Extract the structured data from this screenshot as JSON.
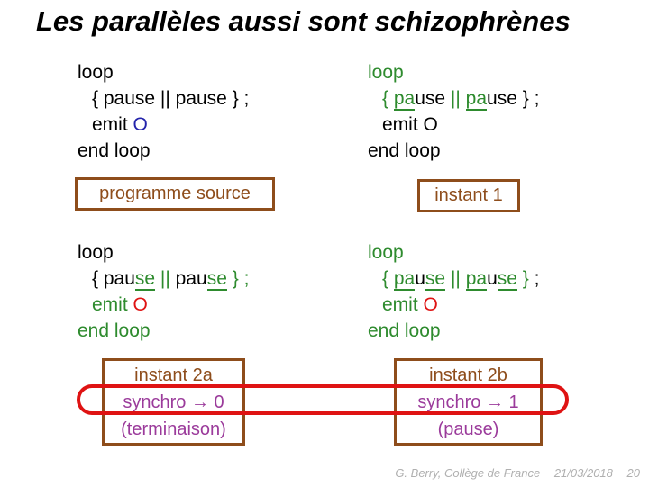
{
  "title": "Les parallèles aussi sont schizophrènes",
  "colors": {
    "black": "#000000",
    "green": "#2E8B2E",
    "blue": "#2323AB",
    "red": "#DF1313",
    "brown": "#8E4D1B",
    "purple": "#9B3B9B",
    "gray": "#B0B0B0"
  },
  "labels": {
    "source": "programme source",
    "instant1": "instant 1",
    "instant2a": {
      "title": "instant 2a",
      "synchro": "synchro → 0",
      "result": "(terminaison)"
    },
    "instant2b": {
      "title": "instant 2b",
      "synchro": "synchro → 1",
      "result": "(pause)"
    }
  },
  "code_blocks": {
    "source": {
      "lines": [
        {
          "indent": false,
          "segments": [
            {
              "t": "loop"
            }
          ]
        },
        {
          "indent": true,
          "segments": [
            {
              "t": "{ pause || pause } ;"
            }
          ]
        },
        {
          "indent": true,
          "segments": [
            {
              "t": "emit "
            },
            {
              "t": "O",
              "c": "blue"
            }
          ]
        },
        {
          "indent": false,
          "segments": [
            {
              "t": "end loop"
            }
          ]
        }
      ]
    },
    "instant1": {
      "lines": [
        {
          "indent": false,
          "segments": [
            {
              "t": "loop",
              "c": "green"
            }
          ]
        },
        {
          "indent": true,
          "segments": [
            {
              "t": "{ ",
              "c": "green"
            },
            {
              "t": "pa",
              "c": "green",
              "u": true
            },
            {
              "t": "use "
            },
            {
              "t": "|| ",
              "c": "green"
            },
            {
              "t": "pa",
              "c": "green",
              "u": true
            },
            {
              "t": "use } ;"
            }
          ]
        },
        {
          "indent": true,
          "segments": [
            {
              "t": "emit O"
            }
          ]
        },
        {
          "indent": false,
          "segments": [
            {
              "t": "end loop"
            }
          ]
        }
      ]
    },
    "instant2a": {
      "lines": [
        {
          "indent": false,
          "segments": [
            {
              "t": "loop"
            }
          ]
        },
        {
          "indent": true,
          "segments": [
            {
              "t": "{ pau"
            },
            {
              "t": "se",
              "c": "green",
              "u": true
            },
            {
              "t": " "
            },
            {
              "t": "||",
              "c": "green"
            },
            {
              "t": " pau"
            },
            {
              "t": "se",
              "c": "green",
              "u": true
            },
            {
              "t": " "
            },
            {
              "t": "} ;",
              "c": "green"
            }
          ]
        },
        {
          "indent": true,
          "segments": [
            {
              "t": "emit ",
              "c": "green"
            },
            {
              "t": "O",
              "c": "red"
            }
          ]
        },
        {
          "indent": false,
          "segments": [
            {
              "t": "end loop",
              "c": "green"
            }
          ]
        }
      ]
    },
    "instant2b": {
      "lines": [
        {
          "indent": false,
          "segments": [
            {
              "t": "loop",
              "c": "green"
            }
          ]
        },
        {
          "indent": true,
          "segments": [
            {
              "t": "{ ",
              "c": "green"
            },
            {
              "t": "pa",
              "c": "green",
              "u": true
            },
            {
              "t": "u"
            },
            {
              "t": "se",
              "c": "green",
              "u": true
            },
            {
              "t": " "
            },
            {
              "t": "||",
              "c": "green"
            },
            {
              "t": " "
            },
            {
              "t": "pa",
              "c": "green",
              "u": true
            },
            {
              "t": "u"
            },
            {
              "t": "se",
              "c": "green",
              "u": true
            },
            {
              "t": " "
            },
            {
              "t": "}",
              "c": "green"
            },
            {
              "t": " ;"
            }
          ]
        },
        {
          "indent": true,
          "segments": [
            {
              "t": "emit ",
              "c": "green"
            },
            {
              "t": "O",
              "c": "red"
            }
          ]
        },
        {
          "indent": false,
          "segments": [
            {
              "t": "end loop",
              "c": "green"
            }
          ]
        }
      ]
    }
  },
  "footer": {
    "author": "G. Berry, Collège de France",
    "date": "21/03/2018",
    "page": "20"
  }
}
